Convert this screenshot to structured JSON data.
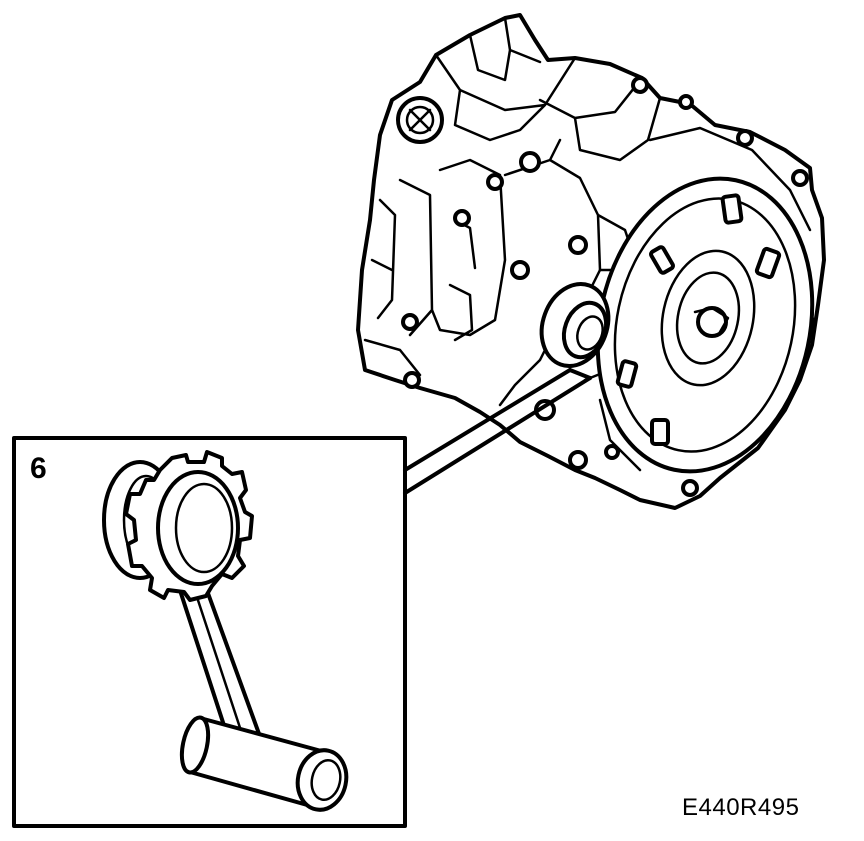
{
  "diagram": {
    "step_number": "6",
    "figure_code": "E440R495",
    "colors": {
      "line": "#000000",
      "background": "#ffffff"
    },
    "parts": [
      "transmission-housing",
      "drive-shaft-seal",
      "seal-installer-tool"
    ]
  }
}
